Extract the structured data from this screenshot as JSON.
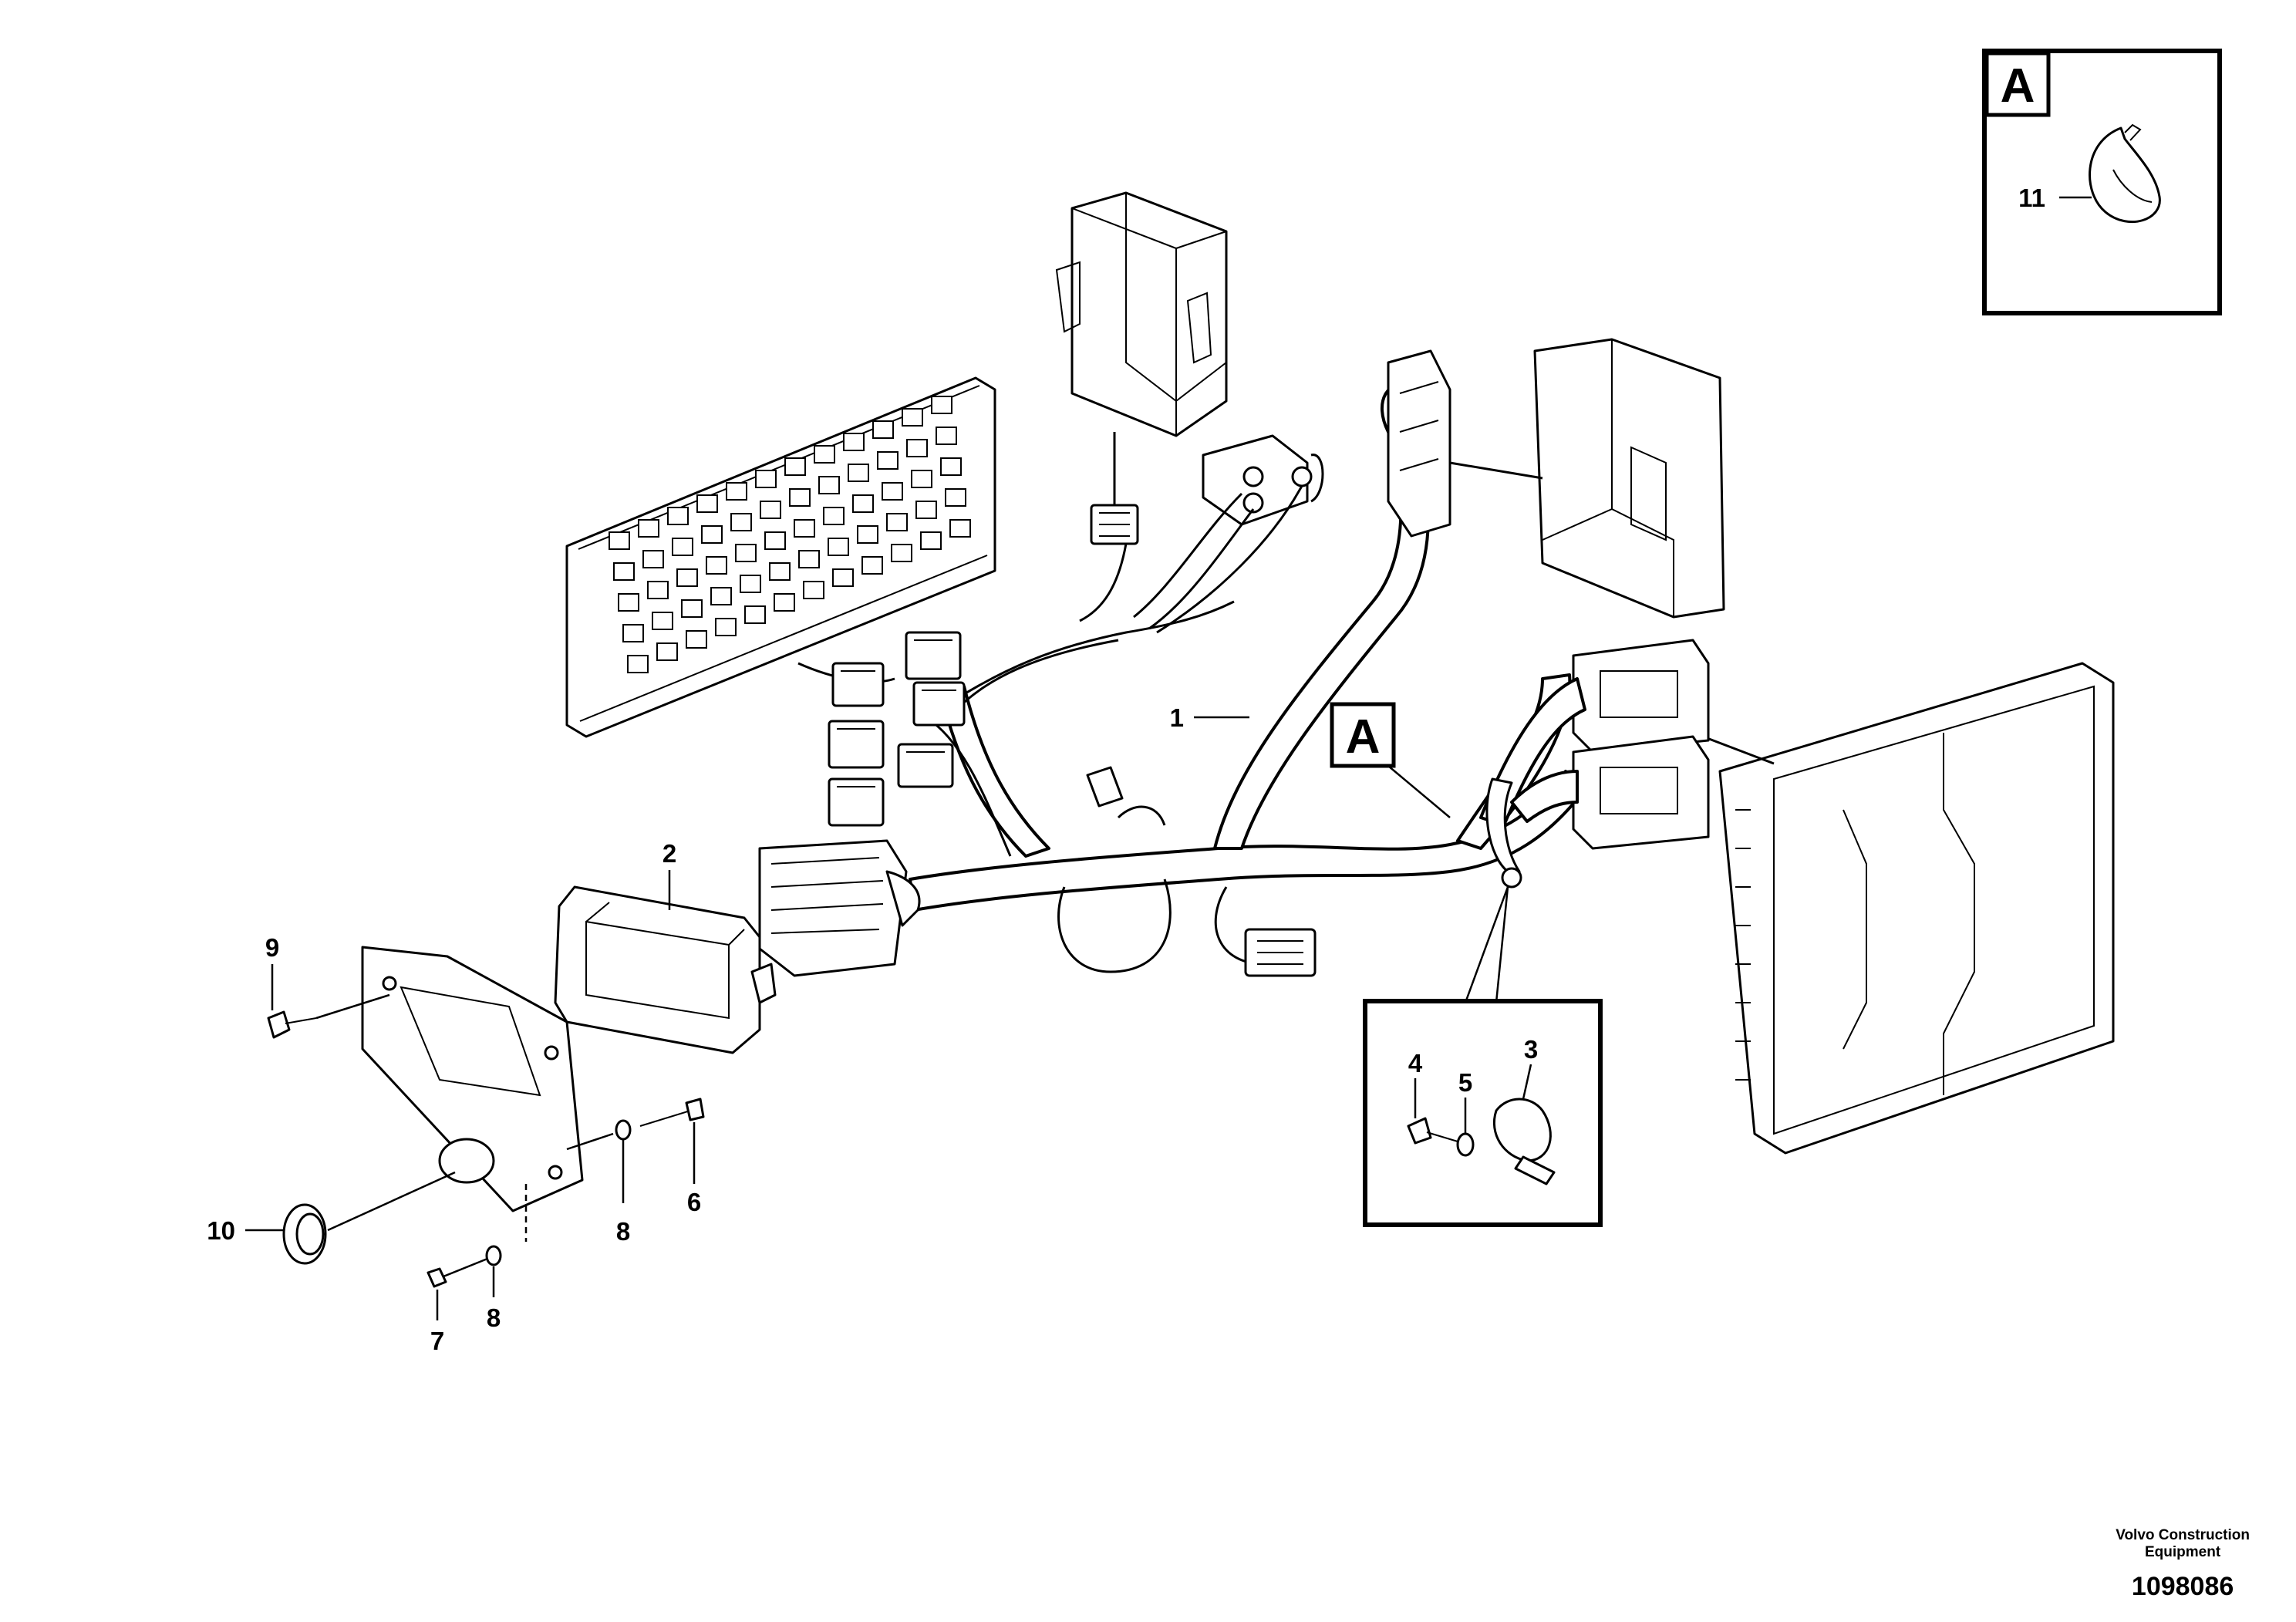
{
  "callouts": {
    "c1": "1",
    "c2": "2",
    "c3": "3",
    "c4": "4",
    "c5": "5",
    "c6": "6",
    "c7": "7",
    "c8a": "8",
    "c8b": "8",
    "c9": "9",
    "c10": "10",
    "c11": "11"
  },
  "detail_ref": {
    "inset_label": "A",
    "harness_label": "A"
  },
  "footer": {
    "brand_line1": "Volvo Construction",
    "brand_line2": "Equipment",
    "drawing_number": "1098086"
  }
}
